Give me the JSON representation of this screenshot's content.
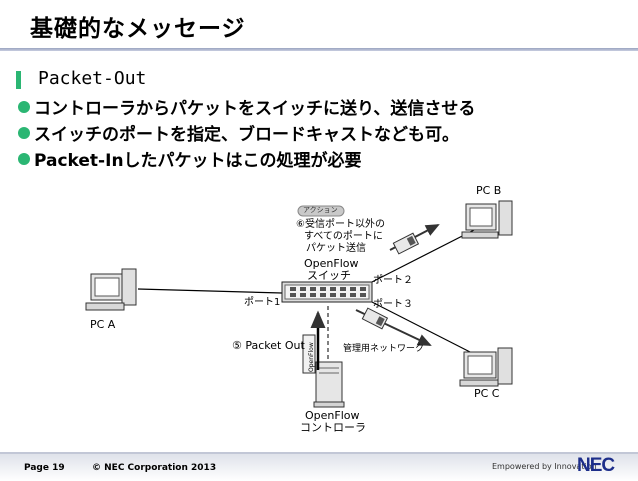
{
  "slide": {
    "title": "基礎的なメッセージ",
    "heading": "Packet-Out",
    "bullets": [
      "コントローラからパケットをスイッチに送り、送信させる",
      "スイッチのポートを指定、ブロードキャストなども可。",
      "Packet-Inしたパケットはこの処理が必要"
    ]
  },
  "diagram": {
    "pc_b": "PC B",
    "pc_a": "PC A",
    "pc_c": "PC C",
    "switch_label_1": "OpenFlow",
    "switch_label_2": "スイッチ",
    "port1": "ポート1",
    "port2": "ポート２",
    "port3": "ポート３",
    "action_tag": "アクション",
    "action_lines": [
      "⑥受信ポート以外の",
      "すべてのポートに",
      "パケット送信"
    ],
    "packet_out": "⑤ Packet Out",
    "mgmt_net": "管理用ネットワーク",
    "packet_tag": "OpenFlow",
    "controller_1": "OpenFlow",
    "controller_2": "コントローラ"
  },
  "footer": {
    "page": "Page 19",
    "copyright": "© NEC Corporation 2013",
    "tagline": "Empowered by Innovation",
    "logo": "NEC"
  },
  "colors": {
    "accent_green": "#2bb673",
    "logo_blue": "#1d2e8a"
  }
}
